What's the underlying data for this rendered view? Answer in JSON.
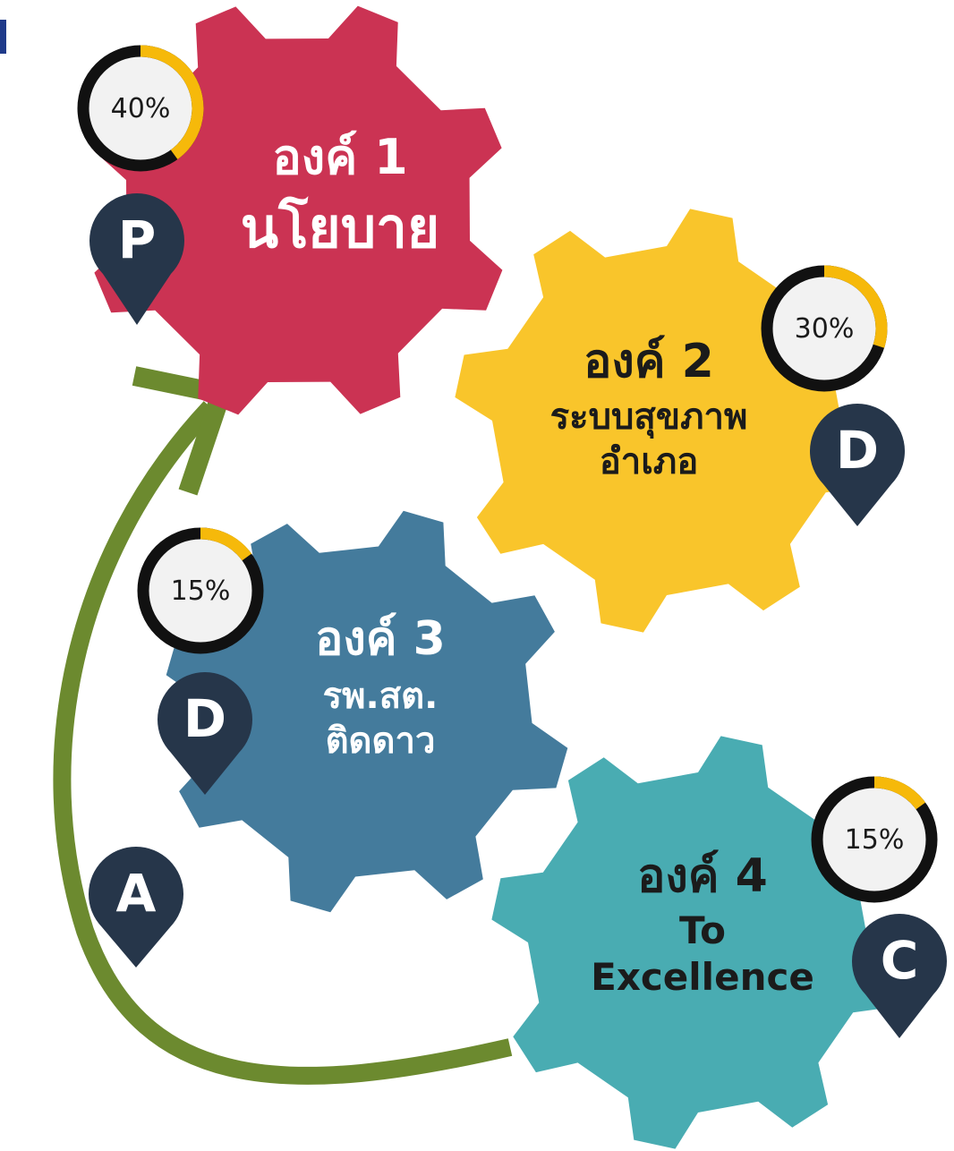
{
  "cycle": {
    "color": "#6c8a2f"
  },
  "gears": [
    {
      "id": "component-1",
      "title": "องค์ 1",
      "subtitle": "นโยบาย",
      "color": "#cb3353",
      "text_color": "#ffffff",
      "progress": {
        "value": 40,
        "label": "40%"
      },
      "pdca": {
        "letter": "P"
      }
    },
    {
      "id": "component-2",
      "title": "องค์ 2",
      "subtitle_line1": "ระบบสุขภาพ",
      "subtitle_line2": "อำเภอ",
      "color": "#f9c52b",
      "text_color": "#1b1b1b",
      "progress": {
        "value": 30,
        "label": "30%"
      },
      "pdca": {
        "letter": "D"
      }
    },
    {
      "id": "component-3",
      "title": "องค์ 3",
      "subtitle_line1": "รพ.สต.",
      "subtitle_line2": "ติดดาว",
      "color": "#447b9c",
      "text_color": "#ffffff",
      "progress": {
        "value": 15,
        "label": "15%"
      },
      "pdca": {
        "letter": "D"
      }
    },
    {
      "id": "component-4",
      "title": "องค์ 4",
      "subtitle_line1": "To",
      "subtitle_line2": "Excellence",
      "color": "#49acb2",
      "text_color": "#1b1b1b",
      "progress": {
        "value": 15,
        "label": "15%"
      },
      "pdca": {
        "letter": "C"
      }
    }
  ],
  "act_pin": {
    "letter": "A"
  },
  "ring_colors": {
    "track": "#111111",
    "fill": "#f6b90a",
    "center": "#f2f2f2"
  },
  "pin_color": "#26364a"
}
